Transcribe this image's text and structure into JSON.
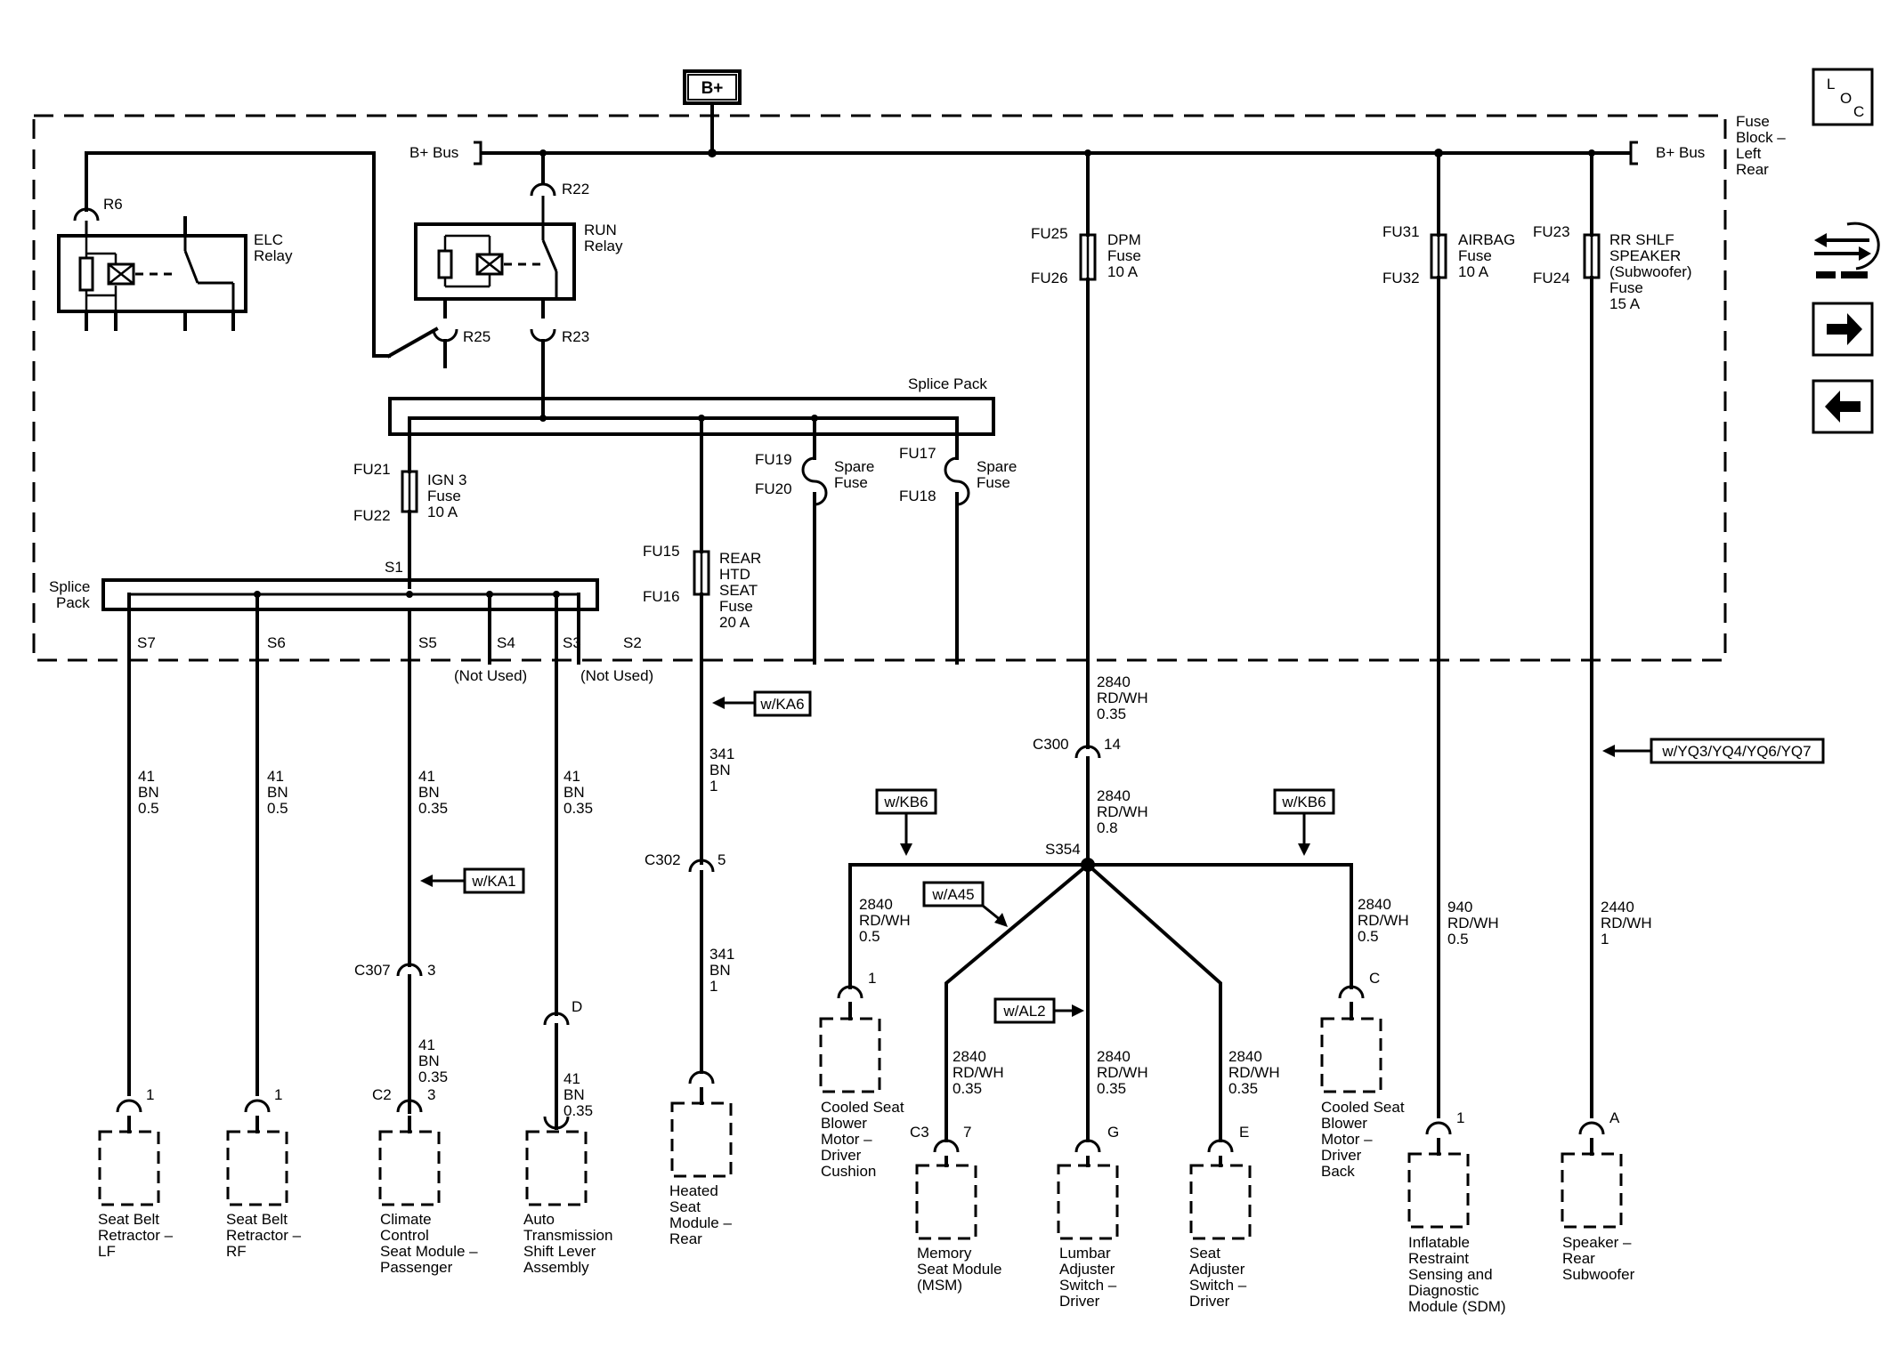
{
  "bplus": "B+",
  "fuse_block_label": [
    "Fuse",
    "Block –",
    "Left",
    "Rear"
  ],
  "bus_left": "B+ Bus",
  "bus_right": "B+ Bus",
  "relays": {
    "elc": [
      "ELC",
      "Relay"
    ],
    "run": [
      "RUN",
      "Relay"
    ],
    "r6": "R6",
    "r22": "R22",
    "r25": "R25",
    "r23": "R23"
  },
  "splice_pack_top": "Splice Pack",
  "splice_pack_left": [
    "Splice",
    "Pack"
  ],
  "s1": "S1",
  "fuses": {
    "dpm": {
      "top": "FU25",
      "bottom": "FU26",
      "label": [
        "DPM",
        "Fuse",
        "10 A"
      ]
    },
    "airbag": {
      "top": "FU31",
      "bottom": "FU32",
      "label": [
        "AIRBAG",
        "Fuse",
        "10 A"
      ]
    },
    "rrshlf": {
      "top": "FU23",
      "bottom": "FU24",
      "label": [
        "RR SHLF",
        "SPEAKER",
        "(Subwoofer)",
        "Fuse",
        "15 A"
      ]
    },
    "ign3": {
      "top": "FU21",
      "bottom": "FU22",
      "label": [
        "IGN 3",
        "Fuse",
        "10 A"
      ]
    },
    "spare1": {
      "top": "FU19",
      "bottom": "FU20",
      "label": [
        "Spare",
        "Fuse"
      ]
    },
    "spare2": {
      "top": "FU17",
      "bottom": "FU18",
      "label": [
        "Spare",
        "Fuse"
      ]
    },
    "rearhtd": {
      "top": "FU15",
      "bottom": "FU16",
      "label": [
        "REAR",
        "HTD",
        "SEAT",
        "Fuse",
        "20 A"
      ]
    }
  },
  "splice_pins": {
    "s7": "S7",
    "s6": "S6",
    "s5": "S5",
    "s4": "S4",
    "s3": "S3",
    "s2": "S2",
    "not_used_1": "(Not Used)",
    "not_used_2": "(Not Used)"
  },
  "options": {
    "ka6": "w/KA6",
    "ka1": "w/KA1",
    "kb6_left": "w/KB6",
    "kb6_right": "w/KB6",
    "a45": "w/A45",
    "al2": "w/AL2",
    "yq": "w/YQ3/YQ4/YQ6/YQ7"
  },
  "wires": {
    "w_s7": [
      "41",
      "BN",
      "0.5"
    ],
    "w_s6": [
      "41",
      "BN",
      "0.5"
    ],
    "w_s5": [
      "41",
      "BN",
      "0.35"
    ],
    "w_s3": [
      "41",
      "BN",
      "0.35"
    ],
    "w_c307": [
      "41",
      "BN",
      "0.35"
    ],
    "w_d": [
      "41",
      "BN",
      "0.35"
    ],
    "w_341a": [
      "341",
      "BN",
      "1"
    ],
    "w_341b": [
      "341",
      "BN",
      "1"
    ],
    "w_dpm": [
      "2840",
      "RD/WH",
      "0.35"
    ],
    "w_dpm2": [
      "2840",
      "RD/WH",
      "0.8"
    ],
    "w_cool_l": [
      "2840",
      "RD/WH",
      "0.5"
    ],
    "w_cool_r": [
      "2840",
      "RD/WH",
      "0.5"
    ],
    "w_msm": [
      "2840",
      "RD/WH",
      "0.35"
    ],
    "w_lumbar": [
      "2840",
      "RD/WH",
      "0.35"
    ],
    "w_adjust": [
      "2840",
      "RD/WH",
      "0.35"
    ],
    "w_sdm": [
      "940",
      "RD/WH",
      "0.5"
    ],
    "w_spk": [
      "2440",
      "RD/WH",
      "1"
    ]
  },
  "connectors": {
    "c300": "C300",
    "c300_pin": "14",
    "s354": "S354",
    "c302": "C302",
    "c302_pin": "5",
    "c307": "C307",
    "c307_pin": "3",
    "pin_d": "D",
    "c2": "C2",
    "c2_pin": "3",
    "c3": "C3",
    "c3_pin": "7",
    "lf_pin": "1",
    "rf_pin": "1",
    "cool_l_pin": "1",
    "cool_r_pin": "C",
    "lumbar_pin": "G",
    "adjust_pin": "E",
    "sdm_pin": "1",
    "spk_pin": "A"
  },
  "components": {
    "lf": [
      "Seat Belt",
      "Retractor –",
      "LF"
    ],
    "rf": [
      "Seat Belt",
      "Retractor –",
      "RF"
    ],
    "climate": [
      "Climate",
      "Control",
      "Seat Module –",
      "Passenger"
    ],
    "auto_trans": [
      "Auto",
      "Transmission",
      "Shift Lever",
      "Assembly"
    ],
    "heated": [
      "Heated",
      "Seat",
      "Module –",
      "Rear"
    ],
    "cool_cushion": [
      "Cooled Seat",
      "Blower",
      "Motor –",
      "Driver",
      "Cushion"
    ],
    "msm": [
      "Memory",
      "Seat Module",
      "(MSM)"
    ],
    "lumbar": [
      "Lumbar",
      "Adjuster",
      "Switch –",
      "Driver"
    ],
    "seat_adj": [
      "Seat",
      "Adjuster",
      "Switch –",
      "Driver"
    ],
    "cool_back": [
      "Cooled Seat",
      "Blower",
      "Motor –",
      "Driver",
      "Back"
    ],
    "sdm": [
      "Inflatable",
      "Restraint",
      "Sensing and",
      "Diagnostic",
      "Module (SDM)"
    ],
    "speaker": [
      "Speaker –",
      "Rear",
      "Subwoofer"
    ]
  },
  "nav": {
    "loc_l": "L",
    "loc_o": "O",
    "loc_c": "C",
    "icons": [
      "loc-icon",
      "wiring-icon",
      "arrow-right-icon",
      "arrow-left-icon"
    ]
  }
}
